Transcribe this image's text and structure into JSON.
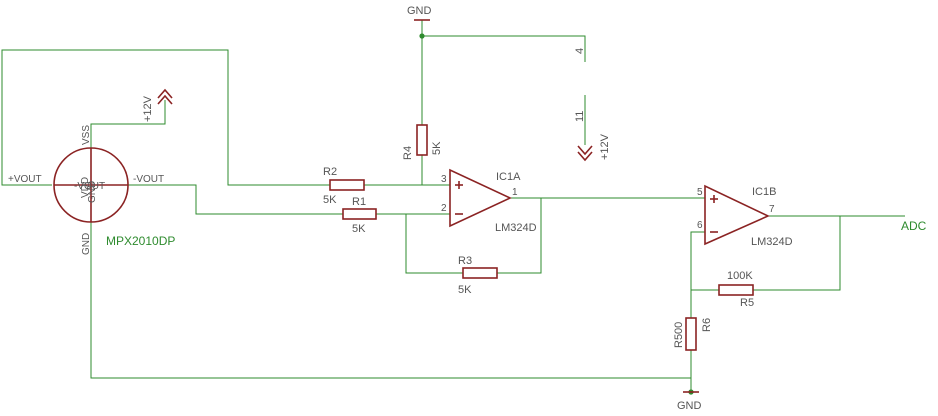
{
  "labels": {
    "gnd_top": "GND",
    "gnd_bottom": "GND",
    "pin4": "4",
    "pin11": "11",
    "v12_right": "+12V",
    "v12_sensor": "+12V",
    "sensor_vss": "VSS",
    "sensor_gnd": "GND",
    "sensor_vout_pos": "+VOUT",
    "sensor_vout_neg": "-VOUT",
    "sensor_center_a": "-VOUT",
    "sensor_center_b": "GND",
    "sensor_center_c": "VDD",
    "sensor_name": "MPX2010DP",
    "r1_name": "R1",
    "r1_value": "5K",
    "r2_name": "R2",
    "r2_value": "5K",
    "r3_name": "R3",
    "r3_value": "5K",
    "r4_name": "R4",
    "r4_value": "5K",
    "r5_name": "R5",
    "r5_value": "100K",
    "r6_name": "R6",
    "r6_value": "R500",
    "ic1a_name": "IC1A",
    "ic1a_part": "LM324D",
    "ic1b_name": "IC1B",
    "ic1b_part": "LM324D",
    "ic1a_pin3": "3",
    "ic1a_pin2": "2",
    "ic1a_pin1": "1",
    "ic1b_pin5": "5",
    "ic1b_pin6": "6",
    "ic1b_pin7": "7",
    "plus": "+",
    "minus": "-",
    "adc": "ADC"
  },
  "colors": {
    "wire": "#2e8b2e",
    "part": "#8b2323",
    "text": "#555555"
  }
}
